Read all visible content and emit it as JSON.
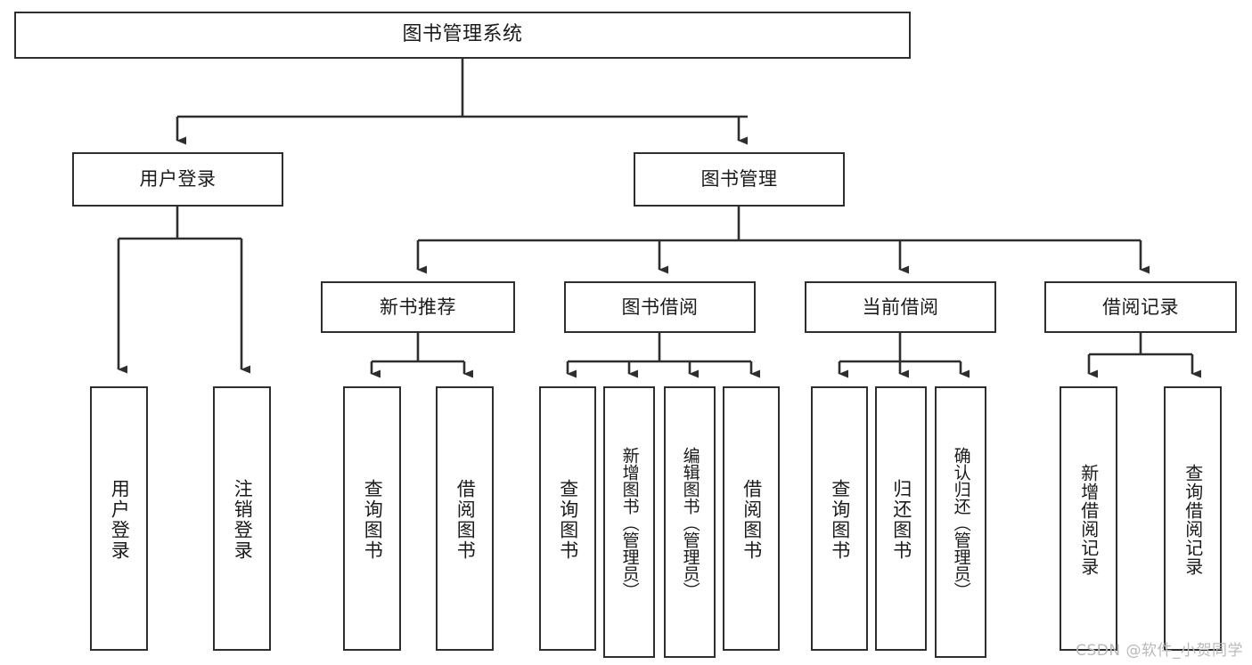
{
  "diagram": {
    "type": "tree-hierarchy",
    "title": "图书管理系统",
    "root": {
      "id": "root",
      "label": "图书管理系统",
      "orientation": "horizontal"
    },
    "level2": [
      {
        "id": "user-login",
        "label": "用户登录",
        "orientation": "horizontal"
      },
      {
        "id": "book-manage",
        "label": "图书管理",
        "orientation": "horizontal"
      }
    ],
    "level3": [
      {
        "id": "new-book-recommend",
        "label": "新书推荐",
        "orientation": "horizontal",
        "parent": "book-manage"
      },
      {
        "id": "book-borrow",
        "label": "图书借阅",
        "orientation": "horizontal",
        "parent": "book-manage"
      },
      {
        "id": "current-borrow",
        "label": "当前借阅",
        "orientation": "horizontal",
        "parent": "book-manage"
      },
      {
        "id": "borrow-record",
        "label": "借阅记录",
        "orientation": "horizontal",
        "parent": "book-manage"
      }
    ],
    "leaves": [
      {
        "id": "leaf-user-login",
        "label": "用户登录",
        "parent": "user-login"
      },
      {
        "id": "leaf-logout-login",
        "label": "注销登录",
        "parent": "user-login"
      },
      {
        "id": "leaf-query-book-1",
        "label": "查询图书",
        "parent": "new-book-recommend"
      },
      {
        "id": "leaf-borrow-book-1",
        "label": "借阅图书",
        "parent": "new-book-recommend"
      },
      {
        "id": "leaf-query-book-2",
        "label": "查询图书",
        "parent": "book-borrow"
      },
      {
        "id": "leaf-add-book",
        "label": "新增图书（管理员）",
        "parent": "book-borrow"
      },
      {
        "id": "leaf-edit-book",
        "label": "编辑图书（管理员）",
        "parent": "book-borrow"
      },
      {
        "id": "leaf-borrow-book-2",
        "label": "借阅图书",
        "parent": "book-borrow"
      },
      {
        "id": "leaf-query-book-3",
        "label": "查询图书",
        "parent": "current-borrow"
      },
      {
        "id": "leaf-return-book",
        "label": "归还图书",
        "parent": "current-borrow"
      },
      {
        "id": "leaf-confirm-return",
        "label": "确认归还（管理员）",
        "parent": "current-borrow"
      },
      {
        "id": "leaf-add-record",
        "label": "新增借阅记录",
        "parent": "borrow-record"
      },
      {
        "id": "leaf-query-record",
        "label": "查询借阅记录",
        "parent": "borrow-record"
      }
    ],
    "edges": [
      {
        "from": "root",
        "to": "user-login"
      },
      {
        "from": "root",
        "to": "book-manage"
      },
      {
        "from": "user-login",
        "to": "leaf-user-login"
      },
      {
        "from": "user-login",
        "to": "leaf-logout-login"
      },
      {
        "from": "book-manage",
        "to": "new-book-recommend"
      },
      {
        "from": "book-manage",
        "to": "book-borrow"
      },
      {
        "from": "book-manage",
        "to": "current-borrow"
      },
      {
        "from": "book-manage",
        "to": "borrow-record"
      },
      {
        "from": "new-book-recommend",
        "to": "leaf-query-book-1"
      },
      {
        "from": "new-book-recommend",
        "to": "leaf-borrow-book-1"
      },
      {
        "from": "book-borrow",
        "to": "leaf-query-book-2"
      },
      {
        "from": "book-borrow",
        "to": "leaf-add-book"
      },
      {
        "from": "book-borrow",
        "to": "leaf-edit-book"
      },
      {
        "from": "book-borrow",
        "to": "leaf-borrow-book-2"
      },
      {
        "from": "current-borrow",
        "to": "leaf-query-book-3"
      },
      {
        "from": "current-borrow",
        "to": "leaf-return-book"
      },
      {
        "from": "current-borrow",
        "to": "leaf-confirm-return"
      },
      {
        "from": "borrow-record",
        "to": "leaf-add-record"
      },
      {
        "from": "borrow-record",
        "to": "leaf-query-record"
      }
    ],
    "colors": {
      "stroke": "#2e2e2e",
      "fill": "#ffffff",
      "text": "#1b1b1b",
      "watermark": "#b9b9b9"
    }
  },
  "watermark": {
    "text": "CSDN @软件_小贺同学"
  }
}
